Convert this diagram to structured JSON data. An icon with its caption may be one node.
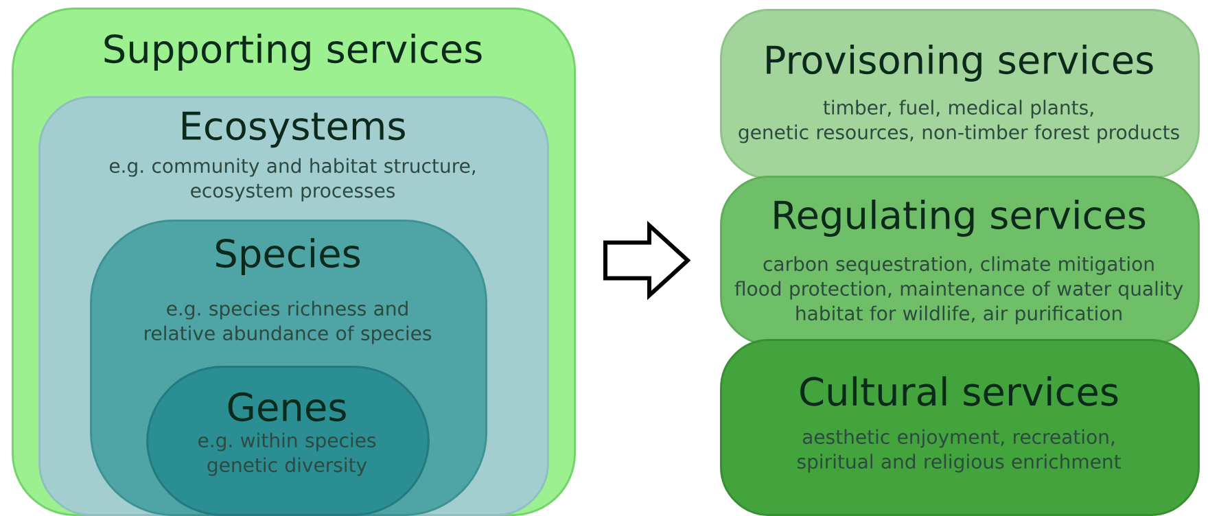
{
  "diagram": {
    "nodes": [
      {
        "text": [
          "Supporting services"
        ]
      },
      {
        "text": [
          "Ecosystems",
          "e.g. community and habitat structure, ecosystem processes"
        ],
        "in": 0
      },
      {
        "text": [
          "Species",
          "e.g. species richness and relative abundance of species"
        ],
        "in": 1
      },
      {
        "text": [
          "Genes",
          "e.g. within species genetic diversity"
        ],
        "in": 2
      },
      {
        "text": [
          "Provisoning services",
          "timber, fuel, medical plants, genetic resources, non-timber forest products"
        ]
      },
      {
        "text": [
          "Regulating services",
          "carbon sequestration, climate mitigation flood protection, maintenance of water quality habitat for wildlife, air purification"
        ]
      },
      {
        "text": [
          "Cultural services",
          "aesthetic enjoyment, recreation, spiritual and religious enrichment"
        ]
      }
    ],
    "edges": [
      {
        "from": 0,
        "to": 5,
        "arrow": "to"
      }
    ]
  }
}
